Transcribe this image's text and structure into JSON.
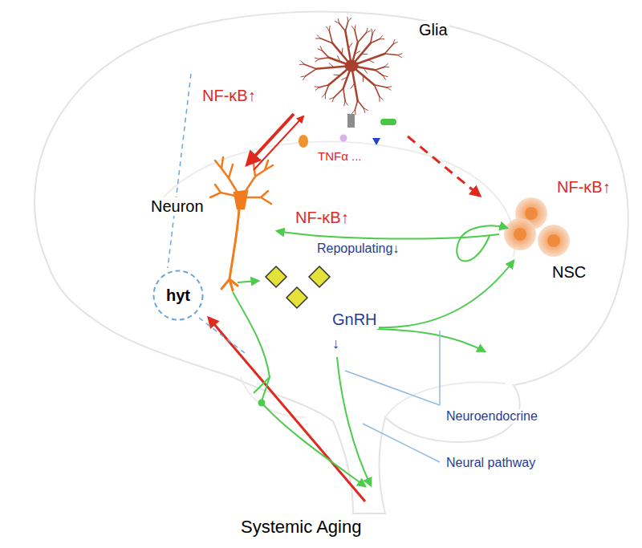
{
  "diagram": {
    "nodes": [
      {
        "text": [
          "hyt"
        ]
      }
    ],
    "labels": [
      "Glia",
      "NF-κB↑",
      "TNFα ...",
      "NF-κB↑",
      "Neuron",
      "NF-κB↑",
      "Repopulating↓",
      "NSC",
      "GnRH",
      "↓",
      "Neuroendocrine",
      "Neural pathway",
      "Systemic Aging"
    ]
  }
}
